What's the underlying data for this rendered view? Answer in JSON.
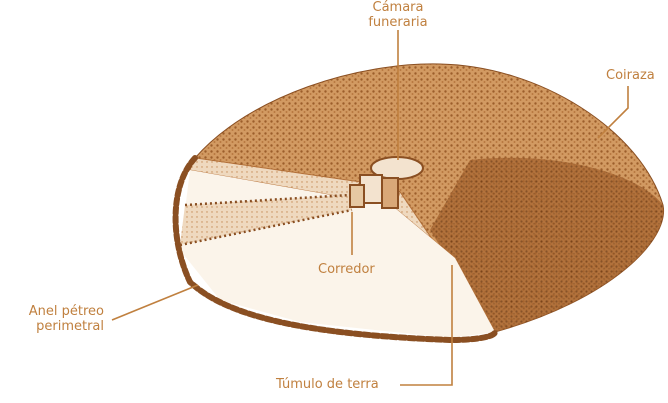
{
  "diagram": {
    "colors": {
      "ink": "#b8753d",
      "ink_dark": "#8a4f22",
      "fill_light": "#f3e3cf",
      "fill_mid": "#d9a878",
      "label_text": "#c0803f"
    },
    "labels": {
      "camara_line1": "Cámara",
      "camara_line2": "funeraria",
      "coiraza": "Coiraza",
      "corredor": "Corredor",
      "anel_line1": "Anel pétreo",
      "anel_line2": "perimetral",
      "tumulo": "Túmulo de terra"
    }
  }
}
